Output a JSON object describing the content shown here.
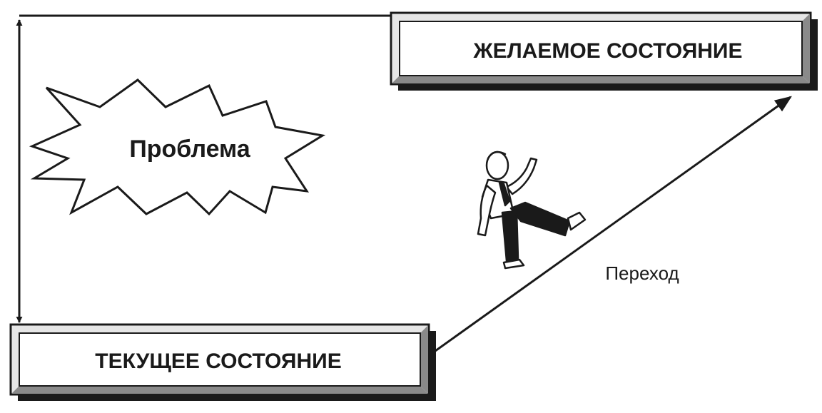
{
  "nodes": {
    "desired_state": "ЖЕЛАЕМОЕ СОСТОЯНИЕ",
    "current_state": "ТЕКУЩЕЕ СОСТОЯНИЕ",
    "problem": "Проблема"
  },
  "edges": {
    "transition": "Переход"
  },
  "colors": {
    "ink": "#1a1a1a",
    "box_face": "#ffffff",
    "bevel_light": "#e6e6e6",
    "bevel_dark": "#7a7a7a"
  }
}
